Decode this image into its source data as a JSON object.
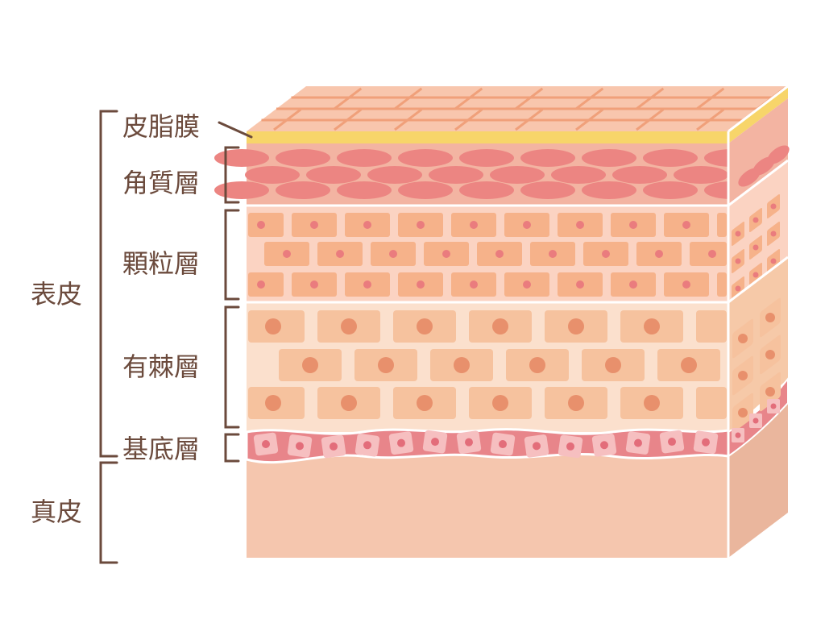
{
  "labels": {
    "sebum": "皮脂膜",
    "stratum_corneum": "角質層",
    "stratum_granulosum": "顆粒層",
    "stratum_spinosum": "有棘層",
    "stratum_basale": "基底層",
    "epidermis": "表皮",
    "dermis": "真皮"
  },
  "colors": {
    "sebum": "#f7d56a",
    "corneum_bg": "#f3b4a2",
    "corneum_cell": "#ec8582",
    "granulosum_bg": "#fbd3c2",
    "granulosum_cell": "#f6b28a",
    "granulosum_nucleus": "#ea7c7e",
    "spinosum_bg": "#fbe0cd",
    "spinosum_cell": "#f6c29e",
    "spinosum_nucleus": "#e8906c",
    "basale_band": "#e8858a",
    "basale_cell": "#f6bfc0",
    "basale_nucleus": "#e36d7a",
    "dermis_front": "#f5c6ae",
    "dermis_side": "#eab69d",
    "top_face": "#f8c6ad",
    "top_lines": "#f0a07a",
    "bracket": "#6b4a3c"
  }
}
